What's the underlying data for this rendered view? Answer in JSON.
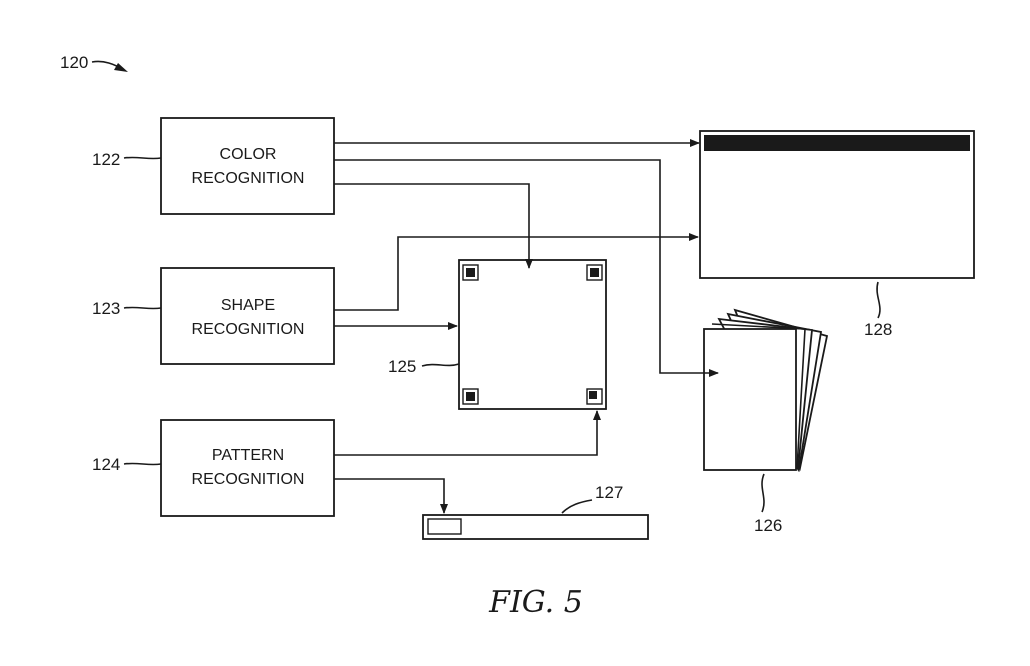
{
  "labels": {
    "system": "120",
    "color": "122",
    "shape": "123",
    "pattern": "124",
    "grid": "125",
    "booklet": "126",
    "bar": "127",
    "display": "128"
  },
  "boxes": {
    "color": [
      "COLOR",
      "RECOGNITION"
    ],
    "shape": [
      "SHAPE",
      "RECOGNITION"
    ],
    "pattern": [
      "PATTERN",
      "RECOGNITION"
    ]
  },
  "caption": "FIG. 5",
  "colors": {
    "ink": "#1a1a1a",
    "background": "#ffffff"
  }
}
